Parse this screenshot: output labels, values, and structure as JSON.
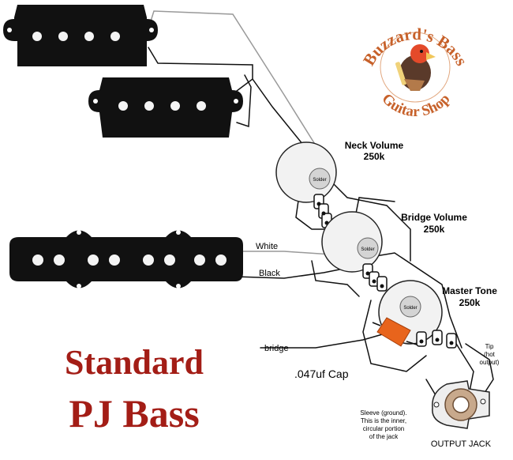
{
  "title": {
    "line1": "Standard",
    "line2": "PJ Bass"
  },
  "logo": {
    "text": "Buzzard's Bass Guitar Shop",
    "upper": "Buzzard's Bass",
    "lower": "Guitar Shop"
  },
  "pots": {
    "neck": {
      "name": "Neck Volume",
      "value": "250k",
      "solder": "Solder"
    },
    "bridge": {
      "name": "Bridge Volume",
      "value": "250k",
      "solder": "Solder"
    },
    "tone": {
      "name": "Master Tone",
      "value": "250k",
      "solder": "Solder"
    }
  },
  "wires": {
    "white": "White",
    "black": "Black",
    "bridge": "bridge"
  },
  "cap": ".047uf Cap",
  "jack": {
    "label": "OUTPUT JACK",
    "tip_line1": "Tip",
    "tip_line2": "(hot",
    "tip_line3": "output)",
    "sleeve_line1": "Sleeve (ground).",
    "sleeve_line2": "This is the inner,",
    "sleeve_line3": "circular portion",
    "sleeve_line4": "of the jack"
  },
  "colors": {
    "title": "#a31d16",
    "pickup": "#111111",
    "pot_body": "#f2f2f2",
    "capacitor": "#e8641c",
    "logo_ring": "#c7612a"
  }
}
